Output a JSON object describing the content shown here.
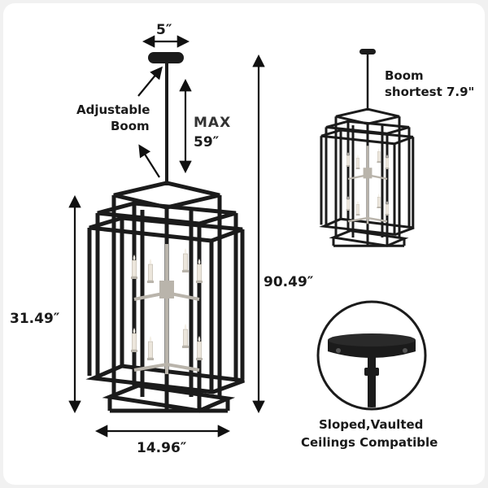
{
  "dimensions": {
    "canopy_width": "5″",
    "max_boom": [
      "MAX",
      "59″"
    ],
    "overall_height": "90.49″",
    "body_height": "31.49″",
    "body_width": "14.96″"
  },
  "labels": {
    "adjustable_boom": [
      "Adjustable",
      "Boom"
    ],
    "boom_shortest": [
      "Boom",
      "shortest 7.9\""
    ],
    "ceiling_compat": [
      "Sloped,Vaulted",
      "Ceilings Compatible"
    ]
  },
  "colors": {
    "frame": "#1b1b1b",
    "nickel": "#b9b4ab",
    "candle": "#ece6dc"
  }
}
